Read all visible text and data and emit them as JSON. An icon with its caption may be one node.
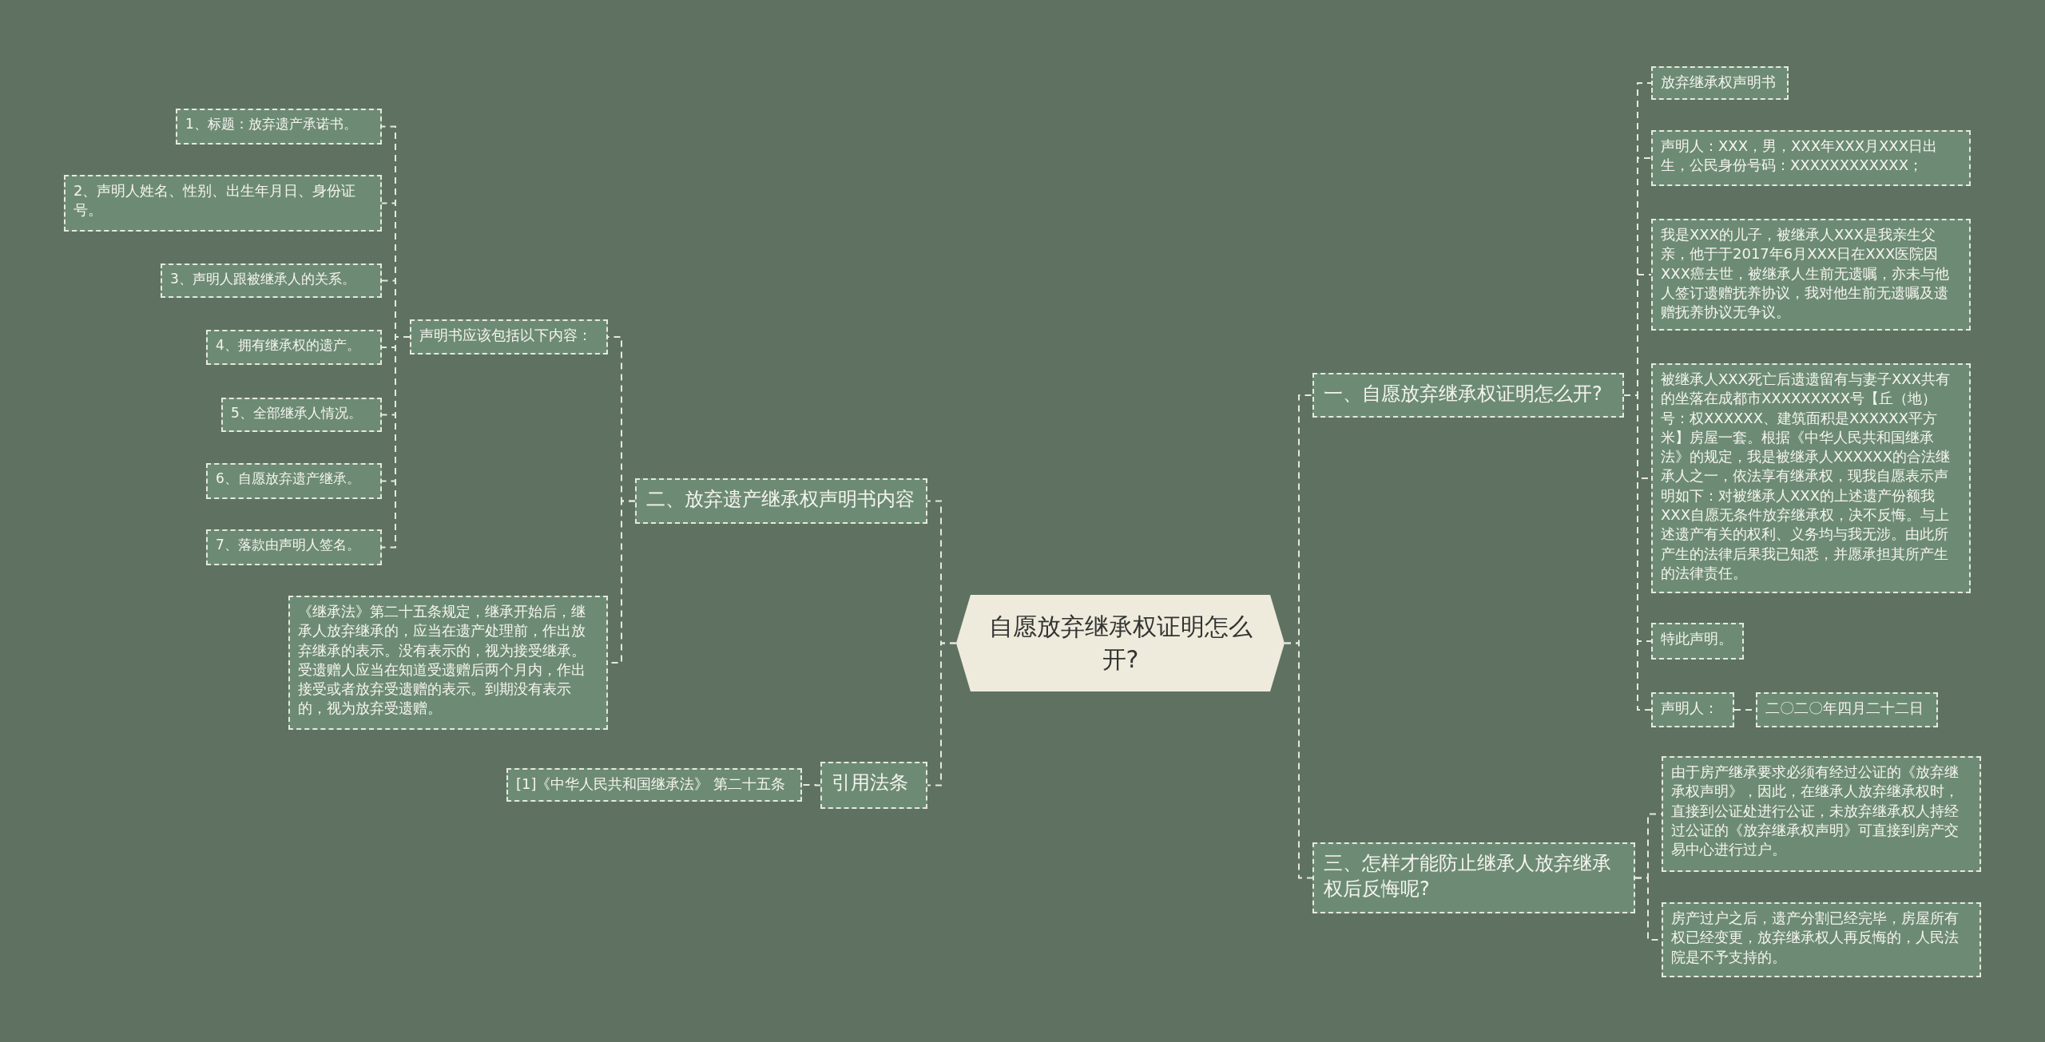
{
  "diagram": {
    "nodes": [
      {
        "text": [
          "自愿放弃继承权证明怎么开?"
        ]
      },
      {
        "text": [
          "一、自愿放弃继承权证明怎么开?"
        ]
      },
      {
        "text": [
          "放弃继承权声明书"
        ]
      },
      {
        "text": [
          "声明人：XXX，男，XXX年XXX月XXX日出生，公民身份号码：XXXXXXXXXXXX；"
        ]
      },
      {
        "text": [
          "我是XXX的儿子，被继承人XXX是我亲生父亲，他于于2017年6月XXX日在XXX医院因XXX癌去世，被继承人生前无遗嘱，亦未与他人签订遗赠抚养协议，我对他生前无遗嘱及遗赠抚养协议无争议。"
        ]
      },
      {
        "text": [
          "被继承人XXX死亡后遗遗留有与妻子XXX共有的坐落在成都市XXXXXXXXX号【丘（地）号：权XXXXXX、建筑面积是XXXXXX平方米】房屋一套。根据《中华人民共和国继承法》的规定，我是被继承人XXXXXX的合法继承人之一，依法享有继承权，现我自愿表示声明如下：对被继承人XXX的上述遗产份额我XXX自愿无条件放弃继承权，决不反悔。与上述遗产有关的权利、义务均与我无涉。由此所产生的法律后果我已知悉，并愿承担其所产生的法律责任。"
        ]
      },
      {
        "text": [
          "特此声明。"
        ]
      },
      {
        "text": [
          "声明人："
        ]
      },
      {
        "text": [
          "二〇二〇年四月二十二日"
        ]
      },
      {
        "text": [
          "三、怎样才能防止继承人放弃继承权后反悔呢?"
        ]
      },
      {
        "text": [
          "由于房产继承要求必须有经过公证的《放弃继承权声明》，因此，在继承人放弃继承权时，直接到公证处进行公证，未放弃继承权人持经过公证的《放弃继承权声明》可直接到房产交易中心进行过户。"
        ]
      },
      {
        "text": [
          "房产过户之后，遗产分割已经完毕，房屋所有权已经变更，放弃继承权人再反悔的，人民法院是不予支持的。"
        ]
      },
      {
        "text": [
          "二、放弃遗产继承权声明书内容"
        ]
      },
      {
        "text": [
          "声明书应该包括以下内容："
        ]
      },
      {
        "text": [
          "1、标题：放弃遗产承诺书。"
        ]
      },
      {
        "text": [
          "2、声明人姓名、性别、出生年月日、身份证号。"
        ]
      },
      {
        "text": [
          "3、声明人跟被继承人的关系。"
        ]
      },
      {
        "text": [
          "4、拥有继承权的遗产。"
        ]
      },
      {
        "text": [
          "5、全部继承人情况。"
        ]
      },
      {
        "text": [
          "6、自愿放弃遗产继承。"
        ]
      },
      {
        "text": [
          "7、落款由声明人签名。"
        ]
      },
      {
        "text": [
          "《继承法》第二十五条规定，继承开始后，继承人放弃继承的，应当在遗产处理前，作出放弃继承的表示。没有表示的，视为接受继承。受遗赠人应当在知道受遗赠后两个月内，作出接受或者放弃受遗赠的表示。到期没有表示的，视为放弃受遗赠。"
        ]
      },
      {
        "text": [
          "引用法条"
        ]
      },
      {
        "text": [
          "[1]《中华人民共和国继承法》 第二十五条"
        ]
      }
    ],
    "edges": [
      {
        "from": 0,
        "to": 1,
        "arrow": "none"
      },
      {
        "from": 0,
        "to": 9,
        "arrow": "none"
      },
      {
        "from": 0,
        "to": 12,
        "arrow": "none"
      },
      {
        "from": 0,
        "to": 22,
        "arrow": "none"
      },
      {
        "from": 1,
        "to": 2,
        "arrow": "none"
      },
      {
        "from": 1,
        "to": 3,
        "arrow": "none"
      },
      {
        "from": 1,
        "to": 4,
        "arrow": "none"
      },
      {
        "from": 1,
        "to": 5,
        "arrow": "none"
      },
      {
        "from": 1,
        "to": 6,
        "arrow": "none"
      },
      {
        "from": 1,
        "to": 7,
        "arrow": "none"
      },
      {
        "from": 7,
        "to": 8,
        "arrow": "none"
      },
      {
        "from": 9,
        "to": 10,
        "arrow": "none"
      },
      {
        "from": 9,
        "to": 11,
        "arrow": "none"
      },
      {
        "from": 12,
        "to": 13,
        "arrow": "none"
      },
      {
        "from": 12,
        "to": 21,
        "arrow": "none"
      },
      {
        "from": 13,
        "to": 14,
        "arrow": "none"
      },
      {
        "from": 13,
        "to": 15,
        "arrow": "none"
      },
      {
        "from": 13,
        "to": 16,
        "arrow": "none"
      },
      {
        "from": 13,
        "to": 17,
        "arrow": "none"
      },
      {
        "from": 13,
        "to": 18,
        "arrow": "none"
      },
      {
        "from": 13,
        "to": 19,
        "arrow": "none"
      },
      {
        "from": 13,
        "to": 20,
        "arrow": "none"
      },
      {
        "from": 22,
        "to": 23,
        "arrow": "none"
      }
    ]
  }
}
